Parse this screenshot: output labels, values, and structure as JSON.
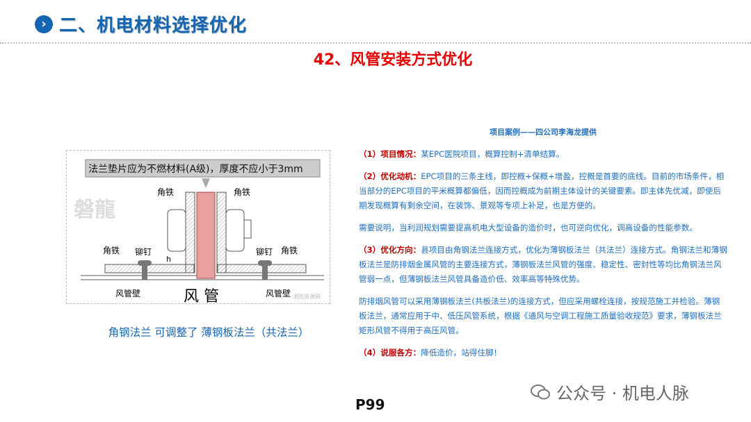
{
  "header": {
    "icon": "chevron-right-circle-icon",
    "title": "二、机电材料选择优化"
  },
  "subtitle": "42、风管安装方式优化",
  "figure": {
    "top_label": "法兰垫片应为不燃材料(A级)，厚度不应小于3mm",
    "angle_iron": "角铁",
    "rivet": "铆钉",
    "duct_wall": "风管壁",
    "duct": "风 管",
    "h": "h",
    "logo_watermark": "磐龍",
    "source_watermark": "消防资源网"
  },
  "caption": "角钢法兰 可调整了 薄钢板法兰（共法兰）",
  "case": {
    "heading": "项目案例——四公司李海龙提供",
    "items": [
      {
        "label": "（1）项目情况：",
        "text": "某EPC医院项目，概算控制+清单结算。"
      },
      {
        "label": "（2）优化动机：",
        "text": "EPC项目的三条主线，即控概+保概+增盈，控概是首要的底线。目前的市场条件，相当部分的EPC项目的平米概算都偏低，因而控概成为前期主体设计的关键要素。即主体先优减，即使后期发现概算有剩余空间，在装饰、景观等专项上补足，也是方便的。"
      },
      {
        "label": "",
        "text": "需要说明，当利润规划需要提高机电大型设备的造价时，也可逆向优化，调高设备的性能参数。"
      },
      {
        "label": "（3）优化方向：",
        "text": "县项目由角钢法兰连接方式，优化为薄钢板法兰（共法兰）连接方式。角钢法兰和薄钢板法兰是防排烟金属风管的主要连接方式，薄钢板法兰风管的强度、稳定性、密封性等均比角钢法兰风管弱一点，但薄钢板法兰风管具备造价低、效率高等特殊优势。"
      },
      {
        "label": "",
        "text": "防排烟风管可以采用薄钢板法兰(共板法兰)的连接方式，但应采用螺栓连接，按规范施工并检验。薄钢板法兰，通常应用于中、低压风管系统，根据《通风与空调工程施工质量验收规范》要求，薄钢板法兰矩形风管不得用于高压风管。"
      },
      {
        "label": "（4）说服各方：",
        "text": "降低造价，站得住脚！"
      }
    ]
  },
  "page_number": "P99",
  "watermark": {
    "icon": "wechat-icon",
    "text": "公众号 · 机电人脉"
  },
  "colors": {
    "brand_blue": "#1565b0",
    "title_red": "#e60000",
    "label_red": "#c00000",
    "gasket": "#e8a0a0"
  }
}
